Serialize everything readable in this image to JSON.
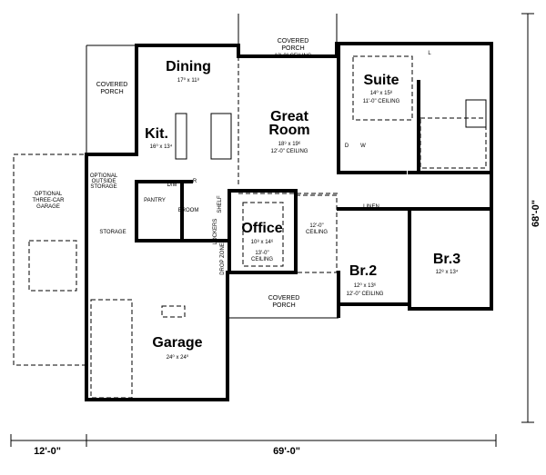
{
  "rooms": {
    "dining": {
      "name": "Dining",
      "size": "17⁰ x 11⁸"
    },
    "kitchen": {
      "name": "Kit.",
      "size": "16⁰ x 13⁴"
    },
    "great_room": {
      "name": "Great",
      "name2": "Room",
      "size": "18⁹ x 19⁶",
      "ceiling": "12'-0\" CEILING"
    },
    "suite": {
      "name": "Suite",
      "size": "14⁰ x 15⁸",
      "ceiling": "11'-0\" CEILING"
    },
    "office": {
      "name": "Office",
      "size": "10⁸ x 14⁶",
      "ceiling1": "13'-0\"",
      "ceiling2": "CEILING"
    },
    "br2": {
      "name": "Br.2",
      "size": "12⁰ x 13⁶",
      "ceiling": "12'-0\" CEILING"
    },
    "br3": {
      "name": "Br.3",
      "size": "12⁸ x 13⁴"
    },
    "garage": {
      "name": "Garage",
      "size": "24⁰ x 24⁰"
    }
  },
  "labels": {
    "porch_top": [
      "COVERED",
      "PORCH",
      "12'-0\" CEILING"
    ],
    "porch_left": [
      "COVERED",
      "PORCH"
    ],
    "porch_bottom": [
      "COVERED",
      "PORCH"
    ],
    "optional_garage": [
      "OPTIONAL",
      "THREE-CAR",
      "GARAGE"
    ],
    "optional_storage": [
      "OPTIONAL",
      "OUTSIDE",
      "STORAGE"
    ],
    "storage": "STORAGE",
    "pantry": "PANTRY",
    "broom": "BROOM",
    "lockers": "LOCKERS",
    "shelf": "SHELF",
    "drop_zone": "DROP ZONE",
    "dm": "D/M",
    "r": "R",
    "linen": "LINEN",
    "d": "D",
    "w": "W",
    "l": "L",
    "foyer_ceiling": [
      "12'-0\"",
      "CEILING"
    ]
  },
  "dimensions": {
    "left_width": "12'-0\"",
    "main_width": "69'-0\"",
    "depth": "68'-0\""
  }
}
